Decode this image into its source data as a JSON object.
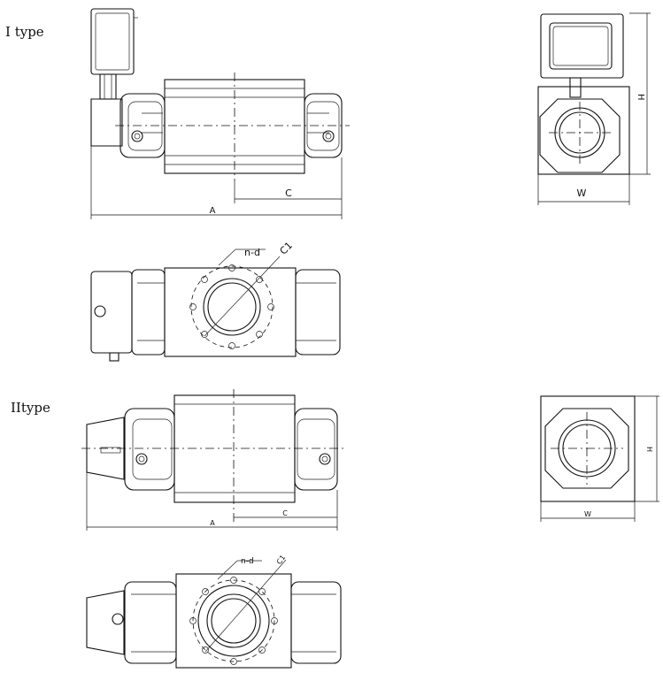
{
  "labels": {
    "type1": "I type",
    "type2": "IItype"
  },
  "dims": {
    "A": "A",
    "C": "C",
    "H": "H",
    "W": "W",
    "nd": "n-d",
    "C1": "C1"
  }
}
